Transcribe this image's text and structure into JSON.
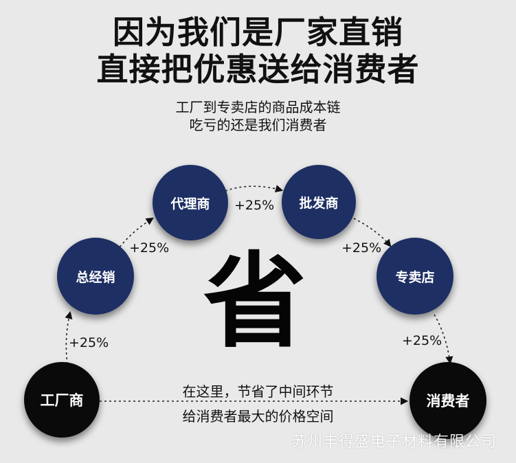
{
  "headline": {
    "line1": "因为我们是厂家直销",
    "line2": "直接把优惠送给消费者"
  },
  "subtitle": {
    "line1": "工厂到专卖店的商品成本链",
    "line2": "吃亏的还是我们消费者"
  },
  "nodes": {
    "factory": "工厂商",
    "distributor": "总经销",
    "agent": "代理商",
    "wholesaler": "批发商",
    "store": "专卖店",
    "consumer": "消费者"
  },
  "markups": {
    "factory_to_distributor": "+25%",
    "distributor_to_agent": "+25%",
    "agent_to_wholesaler": "+25%",
    "wholesaler_to_store": "+25%",
    "store_to_consumer": "+25%"
  },
  "center_char": "省",
  "middle_text": {
    "line1": "在这里，节省了中间环节",
    "line2": "给消费者最大的价格空间"
  },
  "watermark": "苏州丰得盛电子材料有限公司",
  "colors": {
    "background": "#e9e9e9",
    "navy": "#1d2f63",
    "black": "#0a0a0a"
  }
}
